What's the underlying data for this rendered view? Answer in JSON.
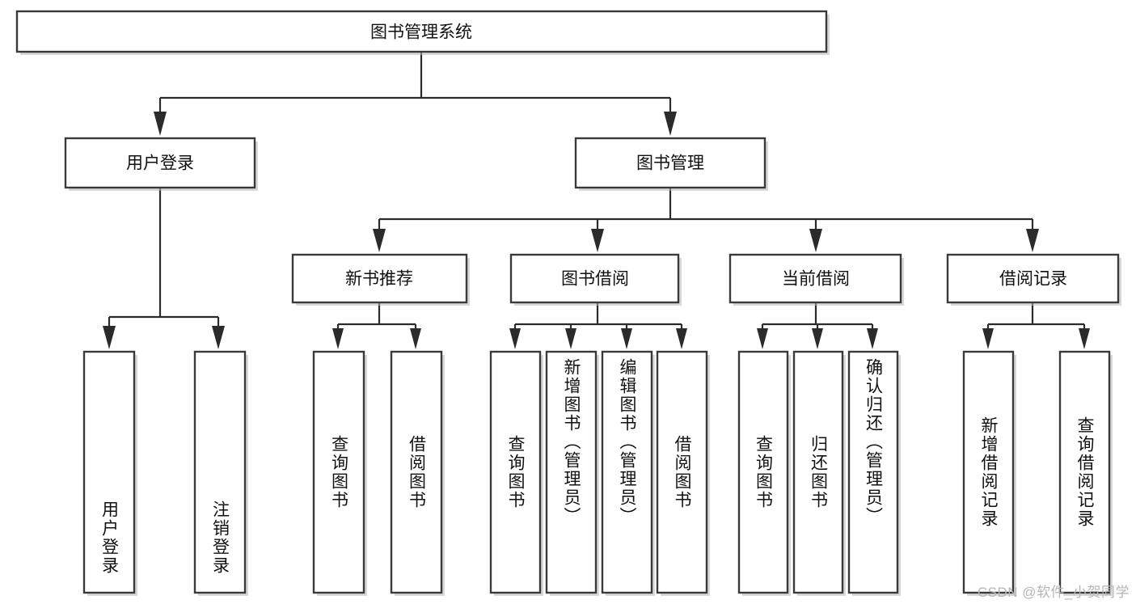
{
  "diagram": {
    "title": "图书管理系统",
    "type": "tree",
    "watermark": "CSDN @软件_小贺同学",
    "colors": {
      "box_stroke": "#3a3a3a",
      "connector": "#2b2b2b",
      "box_fill": "#ffffff",
      "background": "#ffffff",
      "watermark": "#b6b6b6"
    },
    "root": {
      "label": "图书管理系统"
    },
    "level2": [
      {
        "id": "user-login",
        "label": "用户登录"
      },
      {
        "id": "book-manage",
        "label": "图书管理"
      }
    ],
    "level3": [
      {
        "id": "new-book-recommend",
        "label": "新书推荐"
      },
      {
        "id": "book-borrow",
        "label": "图书借阅"
      },
      {
        "id": "current-borrow",
        "label": "当前借阅"
      },
      {
        "id": "borrow-record",
        "label": "借阅记录"
      }
    ],
    "leaves": {
      "user-login": [
        {
          "id": "leaf-user-login",
          "label": "用户登录",
          "align": "bottom"
        },
        {
          "id": "leaf-user-logout",
          "label": "注销登录",
          "align": "bottom"
        }
      ],
      "new-book-recommend": [
        {
          "id": "leaf-query-book-1",
          "label": "查询图书",
          "align": "center"
        },
        {
          "id": "leaf-borrow-book-1",
          "label": "借阅图书",
          "align": "center"
        }
      ],
      "book-borrow": [
        {
          "id": "leaf-query-book-2",
          "label": "查询图书",
          "align": "center"
        },
        {
          "id": "leaf-add-book",
          "label": "新增图书（管理员）",
          "align": "top"
        },
        {
          "id": "leaf-edit-book",
          "label": "编辑图书（管理员）",
          "align": "top"
        },
        {
          "id": "leaf-borrow-book-2",
          "label": "借阅图书",
          "align": "center"
        }
      ],
      "current-borrow": [
        {
          "id": "leaf-query-book-3",
          "label": "查询图书",
          "align": "center"
        },
        {
          "id": "leaf-return-book",
          "label": "归还图书",
          "align": "center"
        },
        {
          "id": "leaf-confirm-return",
          "label": "确认归还（管理员）",
          "align": "top"
        }
      ],
      "borrow-record": [
        {
          "id": "leaf-add-record",
          "label": "新增借阅记录",
          "align": "center"
        },
        {
          "id": "leaf-query-record",
          "label": "查询借阅记录",
          "align": "center"
        }
      ]
    }
  }
}
